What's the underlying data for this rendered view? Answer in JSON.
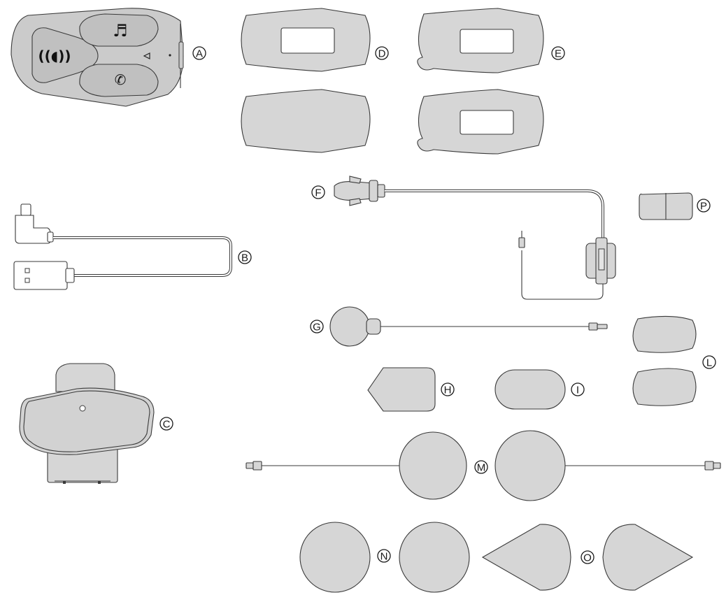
{
  "labels": {
    "A": "A",
    "B": "B",
    "C": "C",
    "D": "D",
    "E": "E",
    "F": "F",
    "G": "G",
    "H": "H",
    "I": "I",
    "L": "L",
    "M": "M",
    "N": "N",
    "O": "O",
    "P": "P"
  },
  "icons": {
    "device_left_button": "intercom-icon",
    "device_top_button": "music-note-icon",
    "device_bottom_button": "phone-icon"
  },
  "colors": {
    "part_fill": "#d6d6d6",
    "device_fill": "#c9c9c9",
    "outline": "#3a3a3a"
  }
}
